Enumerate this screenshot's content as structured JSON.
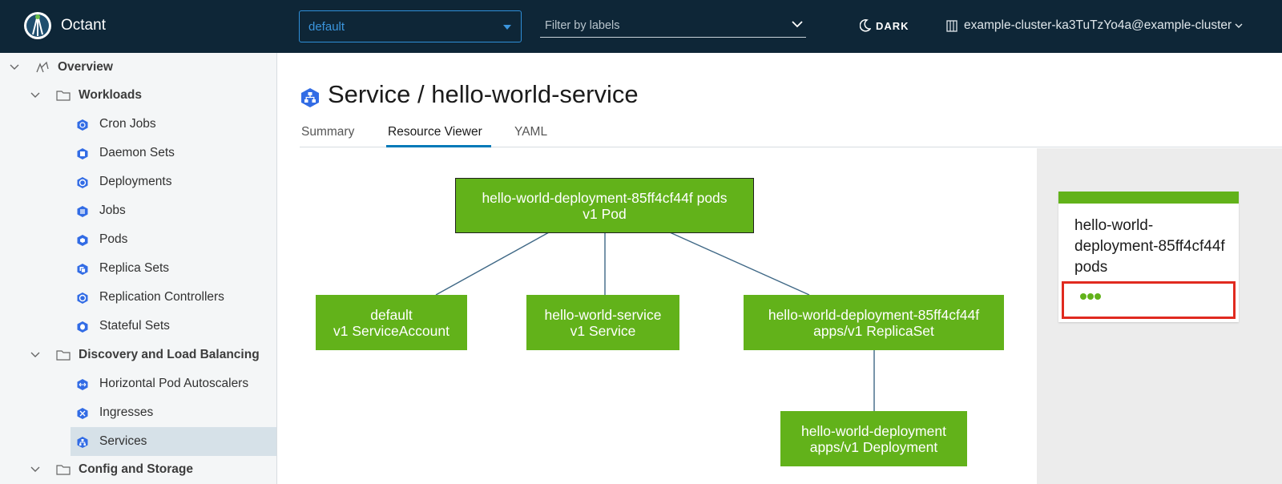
{
  "header": {
    "app_name": "Octant",
    "namespace": "default",
    "label_filter_placeholder": "Filter by labels",
    "theme_label": "DARK",
    "context": "example-cluster-ka3TuTzYo4a@example-cluster"
  },
  "sidebar": {
    "overview": "Overview",
    "sections": [
      {
        "label": "Workloads",
        "items": [
          "Cron Jobs",
          "Daemon Sets",
          "Deployments",
          "Jobs",
          "Pods",
          "Replica Sets",
          "Replication Controllers",
          "Stateful Sets"
        ]
      },
      {
        "label": "Discovery and Load Balancing",
        "items": [
          "Horizontal Pod Autoscalers",
          "Ingresses",
          "Services"
        ]
      },
      {
        "label": "Config and Storage",
        "items": []
      }
    ]
  },
  "main": {
    "title": "Service / hello-world-service",
    "tabs": [
      "Summary",
      "Resource Viewer",
      "YAML"
    ],
    "active_tab": "Resource Viewer",
    "graph": {
      "nodes": [
        {
          "name": "hello-world-deployment-85ff4cf44f pods",
          "kind": "v1 Pod"
        },
        {
          "name": "default",
          "kind": "v1 ServiceAccount"
        },
        {
          "name": "hello-world-service",
          "kind": "v1 Service"
        },
        {
          "name": "hello-world-deployment-85ff4cf44f",
          "kind": "apps/v1 ReplicaSet"
        },
        {
          "name": "hello-world-deployment",
          "kind": "apps/v1 Deployment"
        }
      ]
    },
    "detail": {
      "title": "hello-world-deployment-85ff4cf44f pods",
      "status_color": "#62b21a"
    }
  },
  "colors": {
    "header_bg": "#0e2637",
    "accent": "#0079b8",
    "node_green": "#62b21a",
    "highlight_red": "#e02a1f"
  }
}
